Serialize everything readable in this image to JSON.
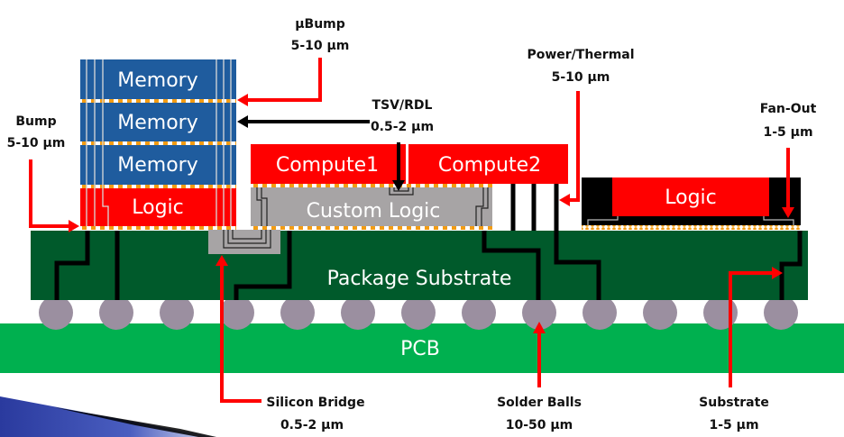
{
  "title": "Advanced packaging cross-section",
  "colors": {
    "memory": "#1f5c9e",
    "logic_red": "#ff0000",
    "custom_logic_gray": "#a7a4a5",
    "package_substrate": "#005a2b",
    "pcb": "#00b04f",
    "solder_ball": "#9b8fa0",
    "bump_orange": "#f39c12",
    "arrow_red": "#ff0000",
    "arrow_black": "#000000"
  },
  "blocks": {
    "memory_1": "Memory",
    "memory_2": "Memory",
    "memory_3": "Memory",
    "logic_stack_base": "Logic",
    "compute_1": "Compute1",
    "compute_2": "Compute2",
    "custom_logic": "Custom Logic",
    "logic_fanout": "Logic",
    "package_substrate": "Package Substrate",
    "pcb": "PCB"
  },
  "annotations": {
    "ubump": {
      "name": "µBump",
      "range": "5-10 µm"
    },
    "bump": {
      "name": "Bump",
      "range": "5-10 µm"
    },
    "tsv_rdl": {
      "name": "TSV/RDL",
      "range": "0.5-2 µm"
    },
    "power_thermal": {
      "name": "Power/Thermal",
      "range": "5-10 µm"
    },
    "fan_out": {
      "name": "Fan-Out",
      "range": "1-5 µm"
    },
    "silicon_bridge": {
      "name": "Silicon Bridge",
      "range": "0.5-2 µm"
    },
    "solder_balls": {
      "name": "Solder Balls",
      "range": "10-50 µm"
    },
    "substrate": {
      "name": "Substrate",
      "range": "1-5 µm"
    }
  },
  "solder_ball_count": 13
}
